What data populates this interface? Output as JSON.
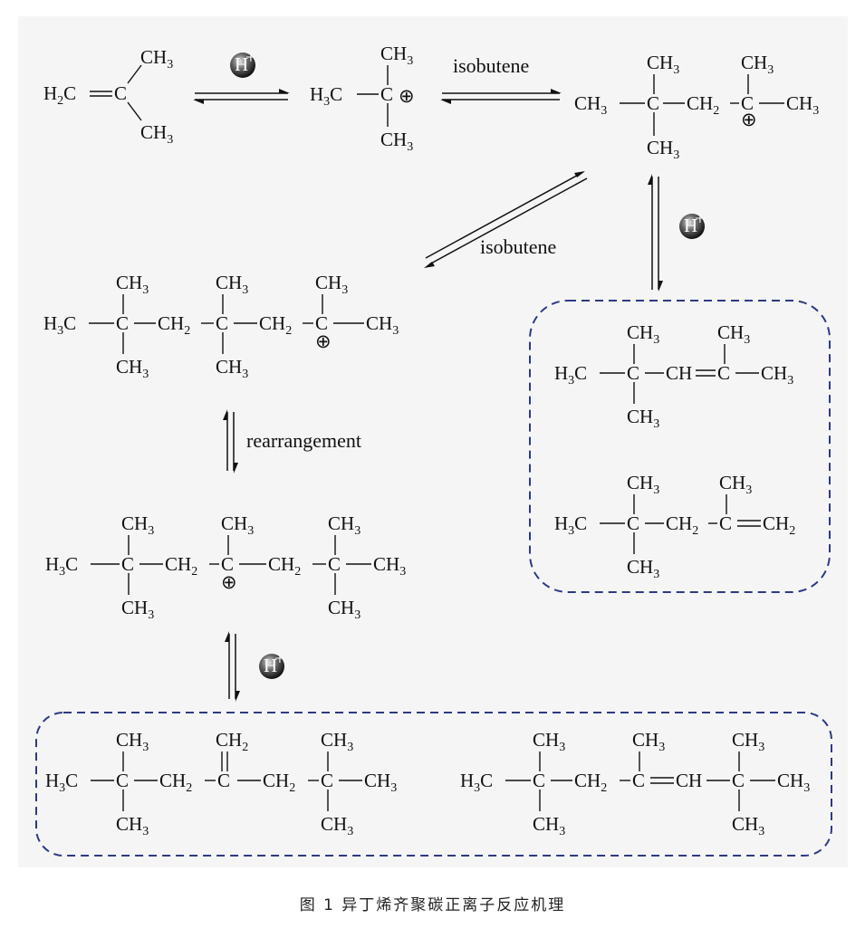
{
  "labels": {
    "isobutene_1": "isobutene",
    "isobutene_2": "isobutene",
    "rearrangement": "rearrangement",
    "h_plus": "H",
    "plus": "+",
    "cation": "⊕"
  },
  "atoms": {
    "ch3": "CH",
    "h3c": "H",
    "ch2": "CH",
    "h2c": "H",
    "c": "C",
    "ch": "CH",
    "sub3": "3",
    "sub2": "2"
  },
  "caption": "图 1  异丁烯齐聚碳正离子反应机理",
  "colors": {
    "box": "#2d3a82",
    "panel": "#f5f5f5"
  }
}
